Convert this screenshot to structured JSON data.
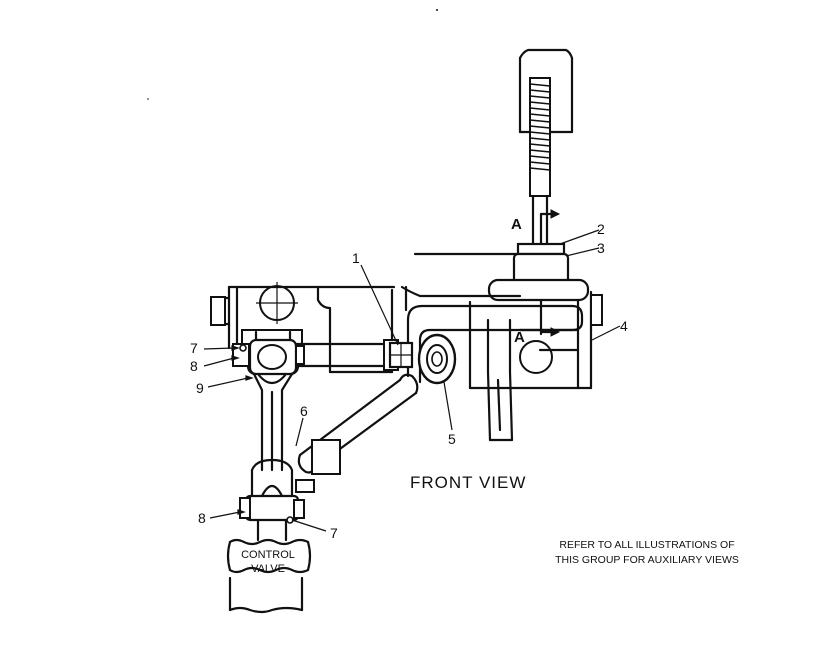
{
  "diagram": {
    "view_title": "FRONT VIEW",
    "note_line1": "REFER TO ALL ILLUSTRATIONS OF",
    "note_line2": "THIS GROUP FOR AUXILIARY VIEWS",
    "control_valve_line1": "CONTROL",
    "control_valve_line2": "VALVE",
    "section_mark_top": "A",
    "section_mark_bottom": "A",
    "callouts": {
      "c1": "1",
      "c2": "2",
      "c3": "3",
      "c4": "4",
      "c5": "5",
      "c6": "6",
      "c7a": "7",
      "c7b": "7",
      "c8a": "8",
      "c8b": "8",
      "c9": "9"
    }
  }
}
